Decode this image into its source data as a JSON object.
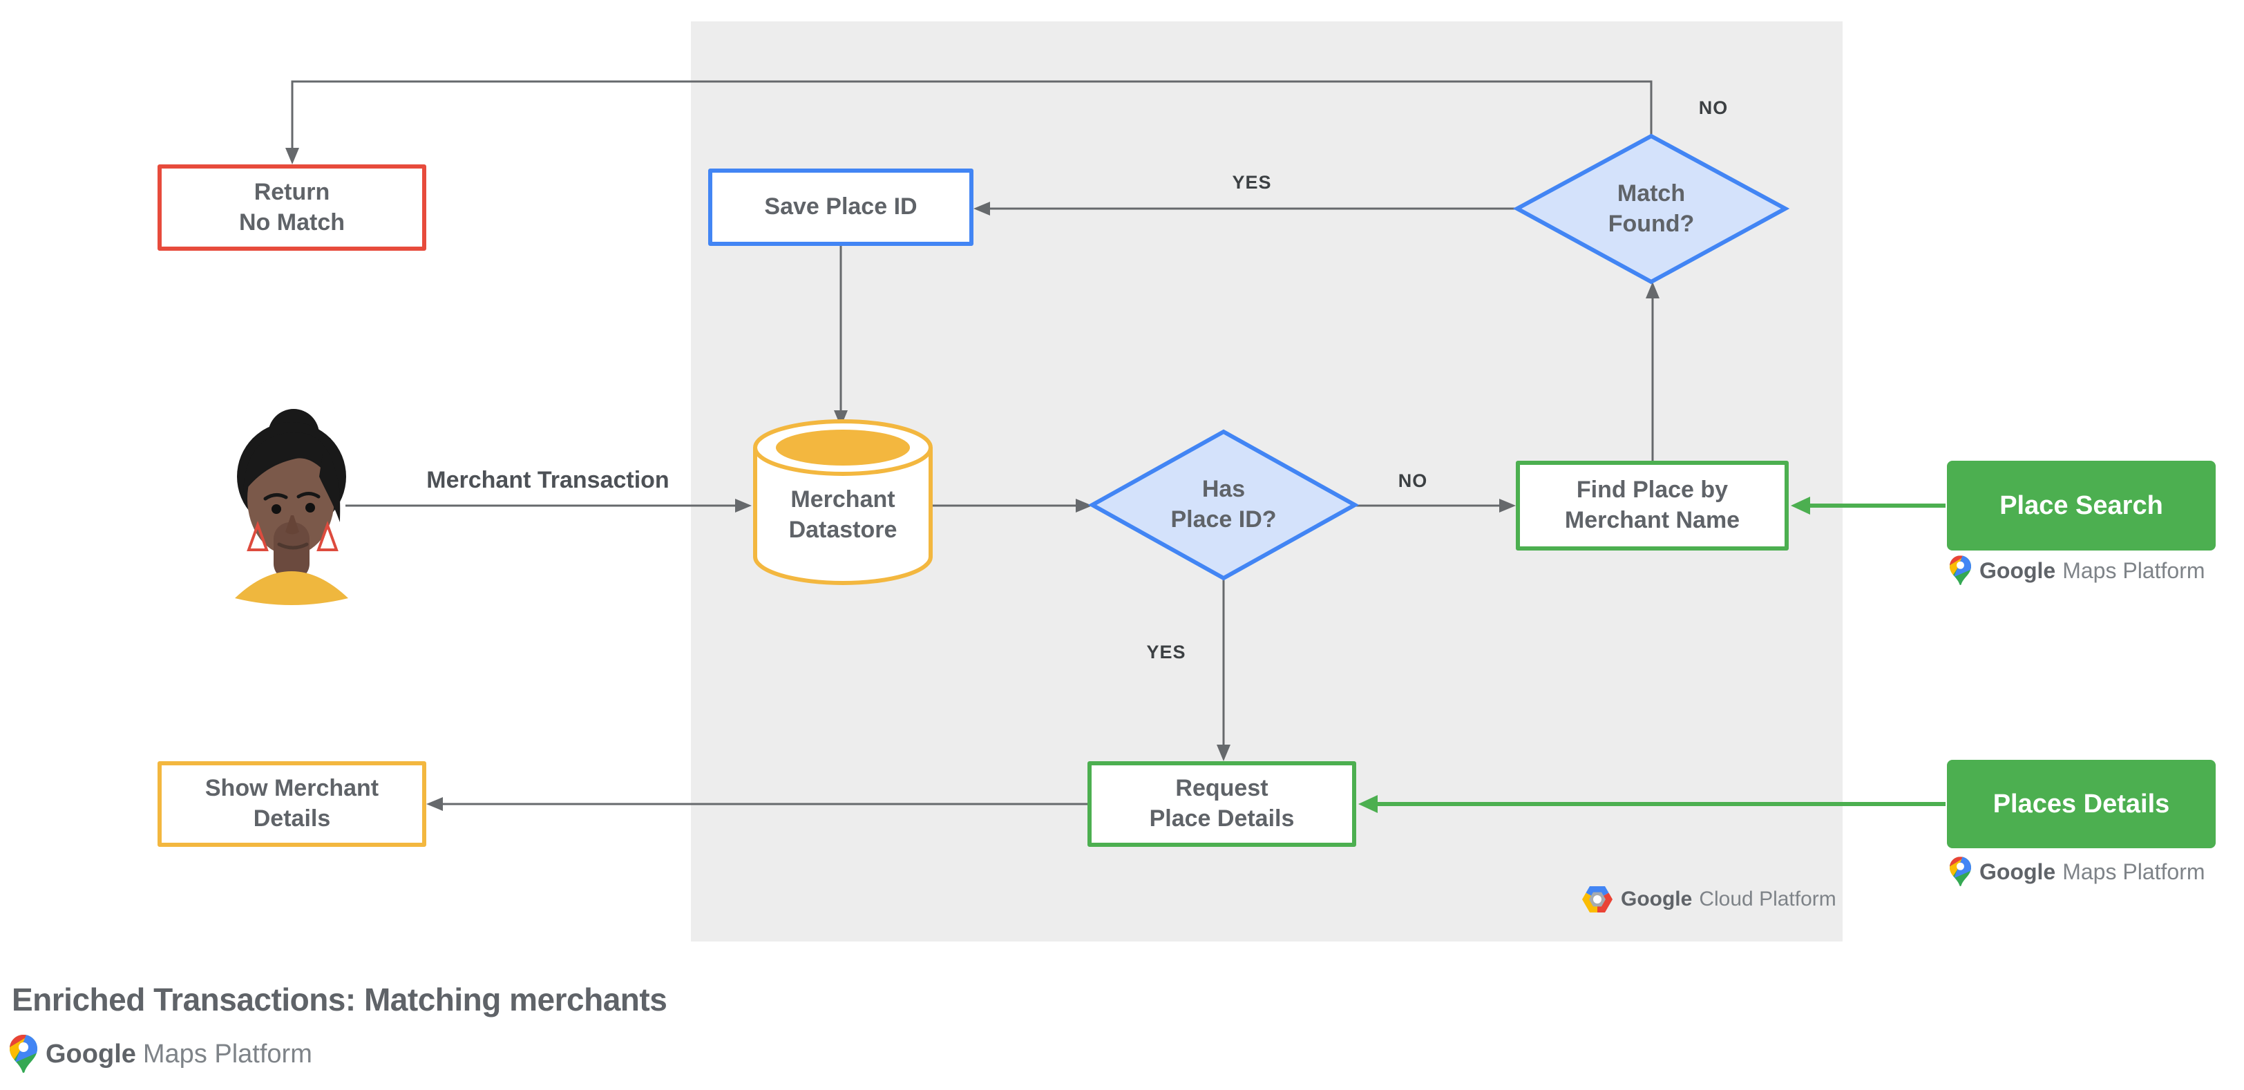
{
  "title": "Enriched Transactions: Matching merchants",
  "colors": {
    "page_bg": "#ffffff",
    "panel_bg": "#ededed",
    "arrow_gray": "#66696c",
    "node_text": "#5f6368",
    "label_text": "#3c4043",
    "blue": "#4285f4",
    "blue_fill": "#d4e2fb",
    "red": "#e74b3c",
    "yellow": "#f3b73f",
    "green": "#4caf50",
    "title_text": "#5f6368",
    "brand_gray": "#5f6368",
    "product_gray": "#7e8388",
    "white": "#ffffff"
  },
  "nodes": {
    "return_no_match": {
      "line1": "Return",
      "line2": "No Match"
    },
    "save_place_id": {
      "line1": "Save Place ID"
    },
    "merchant_datastore": {
      "line1": "Merchant",
      "line2": "Datastore"
    },
    "has_place_id": {
      "line1": "Has",
      "line2": "Place ID?"
    },
    "match_found": {
      "line1": "Match",
      "line2": "Found?"
    },
    "find_place": {
      "line1": "Find Place by",
      "line2": "Merchant Name"
    },
    "request_place_details": {
      "line1": "Request",
      "line2": "Place Details"
    },
    "show_merchant_details": {
      "line1": "Show Merchant",
      "line2": "Details"
    },
    "place_search": {
      "label": "Place Search"
    },
    "places_details": {
      "label": "Places Details"
    }
  },
  "edge_labels": {
    "match_found_no": "NO",
    "match_found_yes": "YES",
    "has_place_id_no": "NO",
    "has_place_id_yes": "YES",
    "merchant_transaction": "Merchant Transaction"
  },
  "logos": {
    "maps_platform": {
      "brand": "Google",
      "product": "Maps Platform"
    },
    "cloud_platform": {
      "brand": "Google",
      "product": "Cloud Platform"
    }
  },
  "icons": {
    "maps_pin": "google-maps-pin-icon",
    "cloud_hexagon": "google-cloud-hexagon-icon",
    "person": "person-avatar"
  }
}
